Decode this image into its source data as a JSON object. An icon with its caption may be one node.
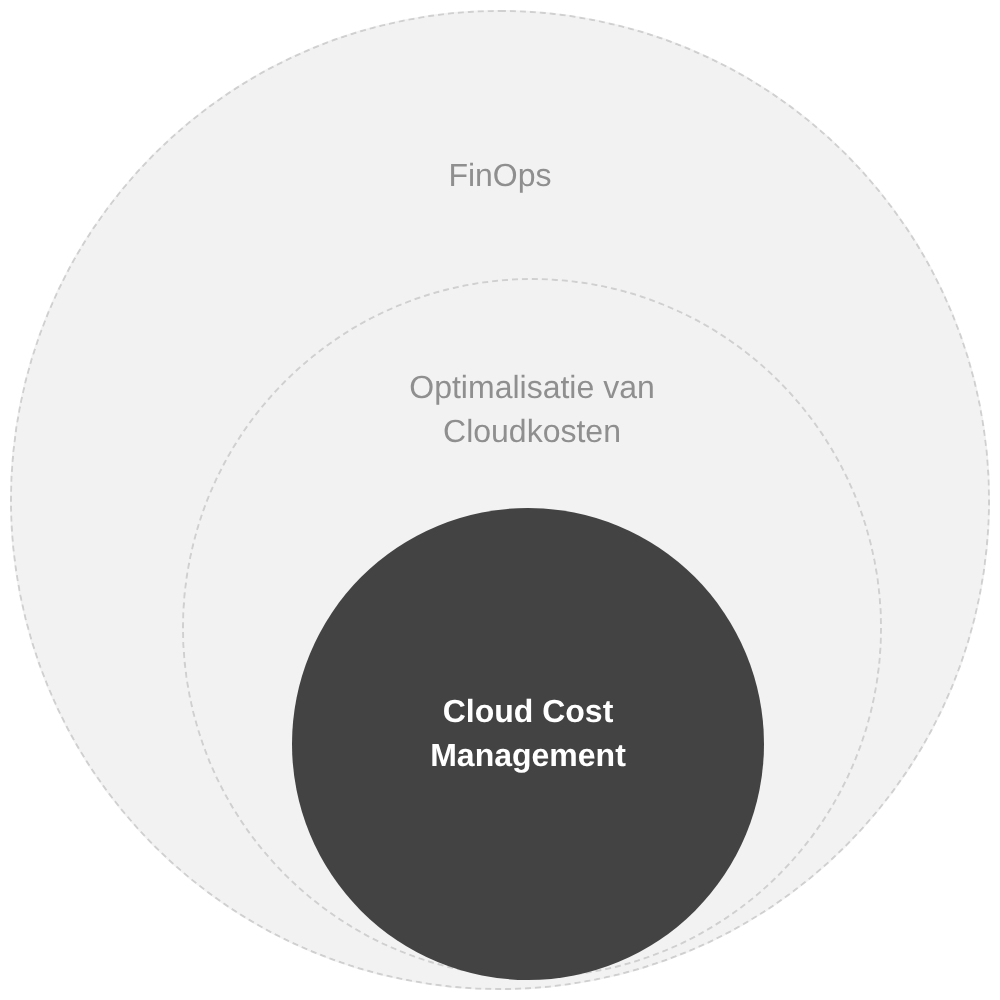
{
  "diagram": {
    "nodes": [
      {
        "text": [
          "FinOps"
        ]
      },
      {
        "text": [
          "Optimalisatie van Cloudkosten"
        ],
        "in": 0
      },
      {
        "text": [
          "Cloud Cost Management"
        ],
        "in": 1
      }
    ]
  }
}
